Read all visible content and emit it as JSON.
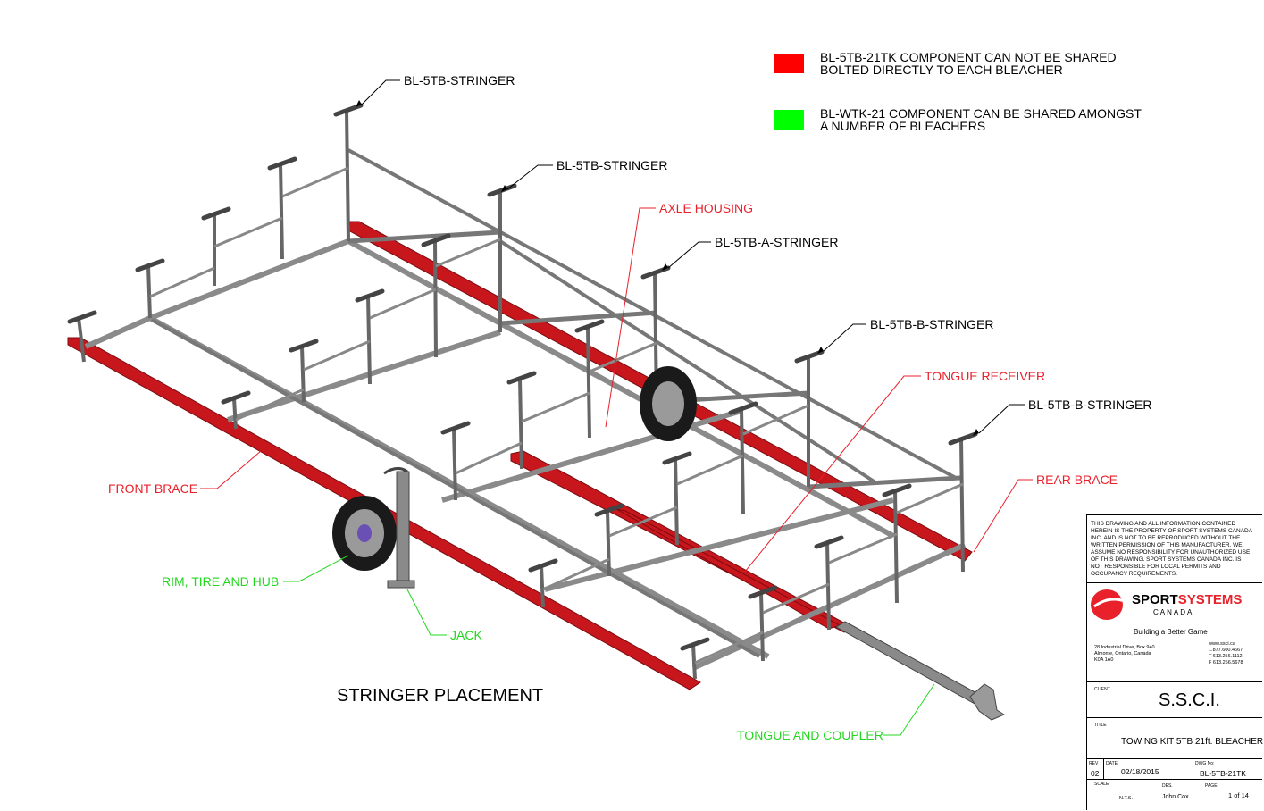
{
  "legend": {
    "red": {
      "color": "#ff0000",
      "line1": "BL-5TB-21TK COMPONENT CAN NOT BE SHARED",
      "line2": "BOLTED DIRECTLY TO EACH BLEACHER"
    },
    "green": {
      "color": "#00ff00",
      "line1": "BL-WTK-21 COMPONENT CAN BE SHARED AMONGST",
      "line2": "A NUMBER OF BLEACHERS"
    }
  },
  "callouts": {
    "stringer_1": "BL-5TB-STRINGER",
    "stringer_2": "BL-5TB-STRINGER",
    "axle_housing": "AXLE HOUSING",
    "a_stringer": "BL-5TB-A-STRINGER",
    "b_stringer_1": "BL-5TB-B-STRINGER",
    "tongue_receiver": "TONGUE RECEIVER",
    "b_stringer_2": "BL-5TB-B-STRINGER",
    "rear_brace": "REAR BRACE",
    "front_brace": "FRONT BRACE",
    "rim_tire_hub": "RIM, TIRE AND HUB",
    "jack": "JACK",
    "tongue_coupler": "TONGUE AND COUPLER"
  },
  "colors": {
    "black_label": "#000000",
    "red_label": "#e8212b",
    "green_label": "#22d81e",
    "frame_red": "#c8161d",
    "steel": "#8a8a8a"
  },
  "drawing_title": "STRINGER PLACEMENT",
  "title_block": {
    "notice_lines": [
      "THIS DRAWING AND ALL INFORMATION CONTAINED",
      "HEREIN IS THE PROPERTY OF SPORT SYSTEMS CANADA",
      "INC. AND IS NOT TO BE REPRODUCED WITHOUT THE",
      "WRITTEN PERMISSION OF THIS MANUFACTURER. WE",
      "ASSUME NO RESPONSIBILITY FOR UNAUTHORIZED USE",
      "OF THIS DRAWING. SPORT SYSTEMS CANADA INC. IS",
      "NOT RESPONSIBLE FOR LOCAL PERMITS AND",
      "OCCUPANCY REQUIREMENTS."
    ],
    "brand_sport": "SPORT",
    "brand_systems": "SYSTEMS",
    "brand_canada": "CANADA",
    "tagline": "Building a Better Game",
    "address_lines": [
      "28 Industrial Drive, Box 940",
      "Almonte, Ontario, Canada",
      "K0A 1A0"
    ],
    "contact_lines": [
      "www.ssci.ca",
      "1.877.600.4667",
      "T 613.256.1112",
      "F 613.256.5678"
    ],
    "client_label": "CLIENT",
    "client_value": "S.S.C.I.",
    "title_label": "TITLE",
    "title_value": "TOWING KIT 5TB 21ft. BLEACHER",
    "rev_label": "REV",
    "rev_value": "02",
    "date_label": "DATE",
    "date_value": "02/18/2015",
    "dwg_label": "DWG No:",
    "dwg_value": "BL-5TB-21TK",
    "scale_label": "SCALE",
    "scale_value": "N.T.S.",
    "des_label": "DES.",
    "des_value": "John Cox",
    "page_label": "PAGE",
    "page_value": "1 of 14"
  }
}
